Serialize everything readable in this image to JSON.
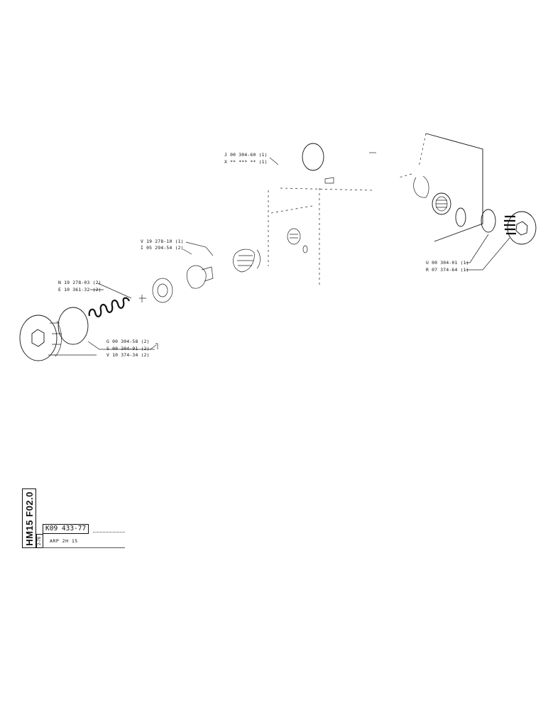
{
  "parts": {
    "top_ring_1": "J 00 304-60 (1)",
    "top_ring_2": "X ** *** ** (1)",
    "mid_valve_1": "V 19 278-10 (1)",
    "mid_valve_2": "I 05 294-54 (2)",
    "spring_1": "N 19 278-03 (2)",
    "spring_2": "E 10 361-32 (2)",
    "plug_left_1": "G 00 304-58 (2)",
    "plug_left_2": "S 00 304-91 (2)",
    "plug_left_3": "V 10 374-34 (2)",
    "plug_right_1": "U 00 304-01 (1)",
    "plug_right_2": "R 07 374-64 (1)"
  },
  "title_block": {
    "page_code": "HM15 F02.0",
    "doc_number": "K09 433-77",
    "sub_code": "2-78",
    "description": "ARP  2H 15"
  }
}
